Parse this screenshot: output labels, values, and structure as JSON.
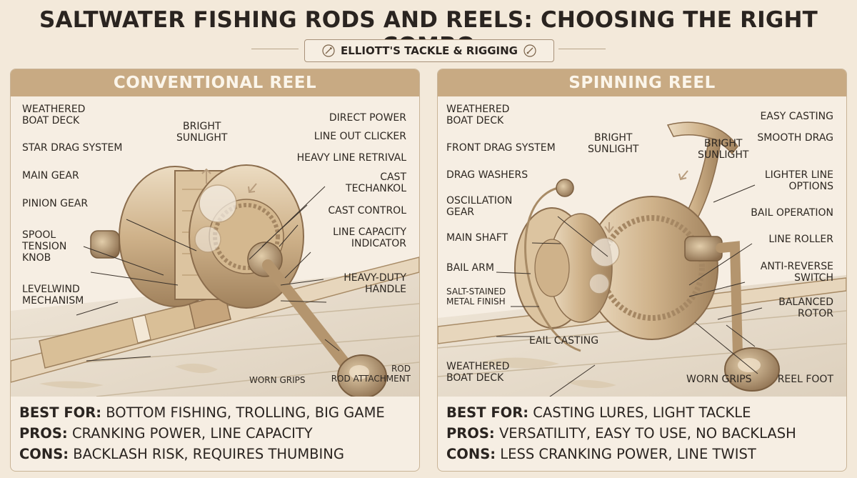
{
  "title": "SALTWATER FISHING RODS AND REELS: CHOOSING THE RIGHT COMBO",
  "brand": "ELLIOTT'S TACKLE & RIGGING",
  "conventional": {
    "header": "CONVENTIONAL REEL",
    "labels": {
      "weathered_deck": "WEATHERED\nBOAT DECK",
      "bright_sunlight": "BRIGHT\nSUNLIGHT",
      "direct_power": "DIRECT POWER",
      "line_out_clicker": "LINE OUT CLICKER",
      "star_drag": "STAR DRAG SYSTEM",
      "heavy_line": "HEAVY LINE RETRIVAL",
      "main_gear": "MAIN GEAR",
      "cast_techankol": "CAST\nTECHANKOL",
      "pinion_gear": "PINION GEAR",
      "cast_control": "CAST CONTROL",
      "spool_tension": "SPOOL\nTENSION\nKNOB",
      "line_capacity": "LINE CAPACITY\nINDICATOR",
      "heavy_handle": "HEAVY-DUTY\nHANDLE",
      "levelwind": "LEVELWIND\nMECHANISM",
      "worn_grips": "WORN GRIPS",
      "rod_attachment": "ROD\nROD ATTACHMENT"
    },
    "summary": {
      "best_label": "BEST FOR:",
      "best": "BOTTOM FISHING, TROLLING, BIG GAME",
      "pros_label": "PROS:",
      "pros": "CRANKING POWER, LINE CAPACITY",
      "cons_label": "CONS:",
      "cons": "BACKLASH RISK, REQUIRES THUMBING"
    }
  },
  "spinning": {
    "header": "SPINNING REEL",
    "labels": {
      "weathered_deck": "WEATHERED\nBOAT DECK",
      "easy_casting": "EASY CASTING",
      "bright_sunlight_a": "BRIGHT\nSUNLIGHT",
      "bright_sunlight_b": "BRIGHT\nSUNLIGHT",
      "smooth_drag": "SMOOTH DRAG",
      "front_drag": "FRONT DRAG SYSTEM",
      "drag_washers": "DRAG WASHERS",
      "lighter_line": "LIGHTER LINE\nOPTIONS",
      "oscillation": "OSCILLATION\nGEAR",
      "bail_operation": "BAIL OPERATION",
      "main_shaft": "MAIN SHAFT",
      "line_roller": "LINE ROLLER",
      "bail_arm": "BAIL ARM",
      "anti_reverse": "ANTI-REVERSE\nSWITCH",
      "salt_stained": "SALT-STAINED\nMETAL FINISH",
      "balanced_rotor": "BALANCED\nROTOR",
      "eail_casting": "EAIL CASTING",
      "weathered_deck_b": "WEATHERED\nBOAT DECK",
      "worn_grips": "WORN GRIPS",
      "reel_foot": "REEL FOOT"
    },
    "summary": {
      "best_label": "BEST FOR:",
      "best": "CASTING LURES, LIGHT TACKLE",
      "pros_label": "PROS:",
      "pros": "VERSATILITY, EASY TO USE, NO BACKLASH",
      "cons_label": "CONS:",
      "cons": "LESS CRANKING POWER, LINE TWIST"
    }
  },
  "colors": {
    "header_bg": "#c8aa83",
    "metal_light": "#e9d6b8",
    "metal_mid": "#cfb28a",
    "metal_dark": "#9c7f5c",
    "deck": "#e6dccd"
  }
}
